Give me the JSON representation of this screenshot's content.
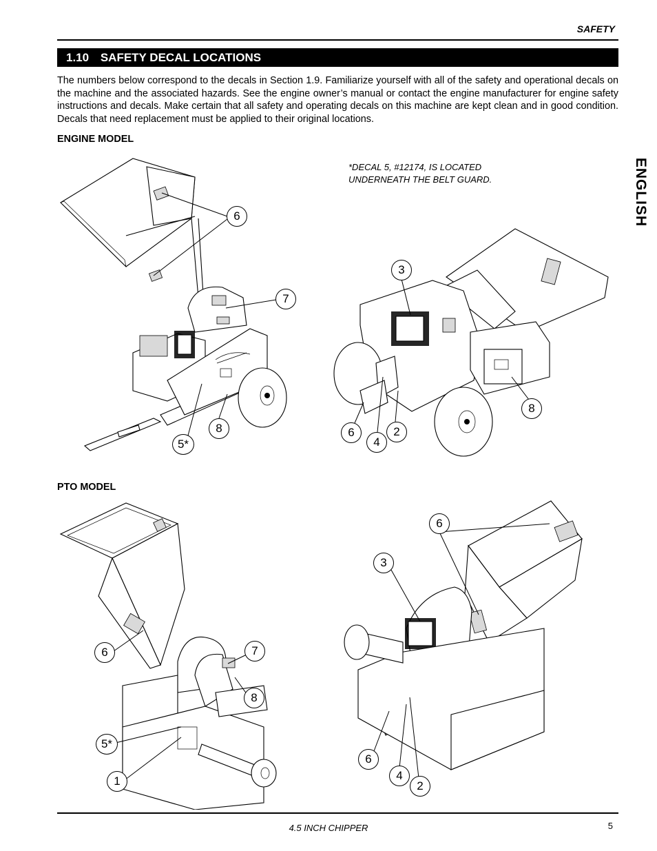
{
  "header": {
    "section_label": "SAFETY"
  },
  "section": {
    "number": "1.10",
    "title": "SAFETY DECAL LOCATIONS"
  },
  "intro_text": "The numbers below correspond to the decals in Section 1.9.  Familiarize yourself with all of the safety and operational decals on the machine and the associated hazards.  See the engine owner’s manual or contact the engine manufacturer for engine safety instructions and decals.  Make certain that all safety and operating decals on this machine are kept clean and in good condition. Decals that need replacement must be applied to their original locations.",
  "side_tab": "ENGLISH",
  "engine_model": {
    "heading": "ENGINE MODEL",
    "note": "*DECAL 5, #12174, IS LOCATED\nUNDERNEATH THE BELT GUARD.",
    "left_callouts": [
      "6",
      "7",
      "8",
      "5*"
    ],
    "right_callouts": [
      "3",
      "8",
      "6",
      "4",
      "2"
    ]
  },
  "pto_model": {
    "heading": "PTO MODEL",
    "left_callouts": [
      "6",
      "7",
      "8",
      "5*",
      "1"
    ],
    "right_callouts": [
      "6",
      "3",
      "6",
      "4",
      "2"
    ]
  },
  "footer": {
    "title": "4.5 INCH CHIPPER",
    "page_number": "5"
  }
}
